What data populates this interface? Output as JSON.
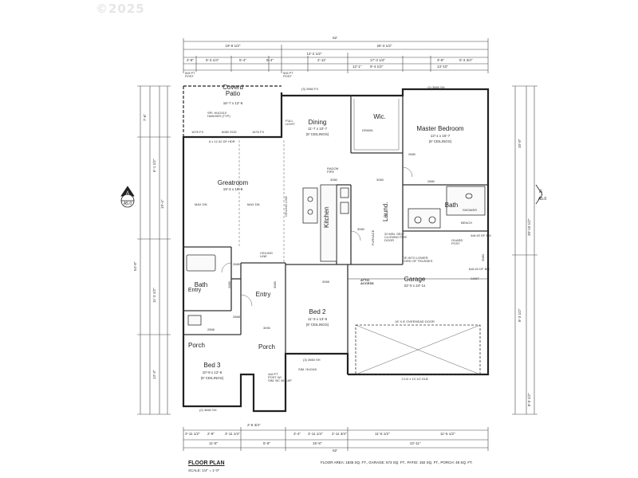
{
  "watermark": "©2025",
  "rooms": {
    "covered_patio": "Coverd\nPatio",
    "covered_patio_dim": "16'-7 x 12'-6",
    "dining": "Dining",
    "dining_dim": "11'-7 x 10'-7",
    "dining_ceiling": "(9' CEILINGS)",
    "wic": "Wic.",
    "master": "Master Bedroom",
    "master_dim": "13'-1 x 15'-7",
    "master_ceiling": "(9' CEILINGS)",
    "great": "Greatroom",
    "great_dim": "19'-4 x 19'-8",
    "kitchen": "Kitchen",
    "laund": "Laund.",
    "bath": "Bath",
    "bath2": "Bath",
    "entry_small": "Entry",
    "entry": "Entry",
    "garage": "Garage",
    "garage_dim": "22'-0 x 24'-11",
    "bed2": "Bed 2",
    "bed2_dim": "11'-3 x 13'-6",
    "bed2_ceiling": "(9' CEILINGS)",
    "bed3": "Bed 3",
    "bed3_dim": "10'-9 x 12'-6",
    "bed3_ceiling": "(9' CEILINGS)",
    "porch_left": "Porch",
    "porch_mid": "Porch",
    "attic": "ATTIC\nACCESS"
  },
  "notes": {
    "post1": "5x5 PT\nPOST",
    "post2": "5x5 PT\nPOST",
    "hanger": "SPL HUG410\nHANGER (TYP)",
    "hdr": "6 x 12 #2 DF HDR",
    "fx1": "1676 FX",
    "sgd": "6080 SGD",
    "fx2": "1676 FX",
    "fx3": "(3) 2660 FX",
    "sh_top": "(2) 3660 SH",
    "full_light": "FULL\nLIGHT",
    "drawl": "DRAWL",
    "radon": "RADON\nPIPE",
    "ceiling_line": "CEILING LINE",
    "max_dn1": "MAX DN",
    "max_dn2": "MAX DN",
    "self_closing": "20 MIN. SELF\nCLOSING FIRE\nDOOR",
    "furnace": "FURNACE",
    "tie_in": "TIE INTO LOWER\nCORD OF TRUSSES",
    "guard_post": "GUARD\nPOST",
    "shower": "SHOWER",
    "bench": "BENCH",
    "overhead": "18' X 8' OVERHEAD DOOR",
    "glb": "3 1/2 x 13 1/2 GLB",
    "post_cap": "4x6 PT\nPOST W/\nSIM. BC 46 CAP",
    "hug": "SIM. HUG48",
    "sh_bed2": "(3) 3660 SH",
    "sh_bed3": "(2) 3660 SH",
    "ceiling_line2": "CEILING\nLINE",
    "d3080a": "3080",
    "d2680a": "2680",
    "d2680b": "2680",
    "d2868": "2868",
    "d3080b": "3080",
    "d2880": "2880",
    "d2680c": "2680",
    "d3080c": "3080",
    "d2868b": "2868",
    "d3080d": "3080",
    "d3068": "3068",
    "d3090": "3090",
    "d3080e": "3080",
    "cant": "CANT",
    "gdr": "6x8 #2 DF BM",
    "d4x8": "4x8 #2 DF BM"
  },
  "dims": {
    "top_total": "62'",
    "top_a": "19'-8 1/2\"",
    "top_b": "25'-3 1/2\"",
    "top_c": "12'-2 1/2\"",
    "t1": "2'-8\"",
    "t2": "5'-3 1/4\"",
    "t3": "5'-4\"",
    "t4": "5'-4\"",
    "t5": "2'-11\"",
    "t6": "17'-3 1/4\"",
    "t7": "3'-8\"",
    "t8": "5'-3 3/4\"",
    "t9": "12'-1\"",
    "t10": "9'-4 1/2\"",
    "t11": "13'-10\"",
    "bottom_total": "62'",
    "b1": "11'-8\"",
    "b2": "5'-9\"",
    "b3": "15'-8\"",
    "b4": "22'-11\"",
    "bb1": "3'-11 1/2\"",
    "bb2": "2'-9\"",
    "bb3": "3'-11 1/4\"",
    "bb4": "2'-8 3/4\"",
    "bb5": "3'-4\"",
    "bb6": "3'-11 1/4\"",
    "bb7": "2'-11 3/4\"",
    "bb8": "11'-5 1/2\"",
    "bb9": "11'-5 1/2\"",
    "left_total": "54'-8\"",
    "l1": "7'-6\"",
    "l2": "6'-1 1/2\"",
    "l3": "19'-4\"",
    "l4": "11'-3 1/2\"",
    "l5": "13'-3\"",
    "right_1": "10'-8\"",
    "right_2": "20'-10 1/2\"",
    "right_3": "8'-3 1/2\"",
    "right_4": "8'-0 1/2\""
  },
  "section": {
    "left_letter": "A",
    "left_sheet": "A5.0",
    "right_letter": "A",
    "right_sheet": "A5.0"
  },
  "footer": {
    "title": "FLOOR PLAN",
    "scale": "SCALE: 1/4\" = 1'-0\"",
    "areas": "FLOOR AREA: 1836 SQ. FT., GARAGE: 573 SQ. FT., PATIO: 192 SQ. FT., PORCH: 48 SQ. FT."
  }
}
